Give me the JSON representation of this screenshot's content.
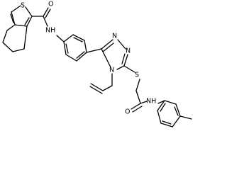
{
  "molecule": {
    "atoms": {
      "thiophene_s": "S",
      "carbonyl_o_top": "O",
      "amide_nh_left": "NH",
      "triazole_n_1": "N",
      "triazole_n_2": "N",
      "triazole_n_4": "N",
      "thioether_s": "S",
      "carbonyl_o_bottom": "O",
      "amide_nh_right": "NH"
    }
  }
}
